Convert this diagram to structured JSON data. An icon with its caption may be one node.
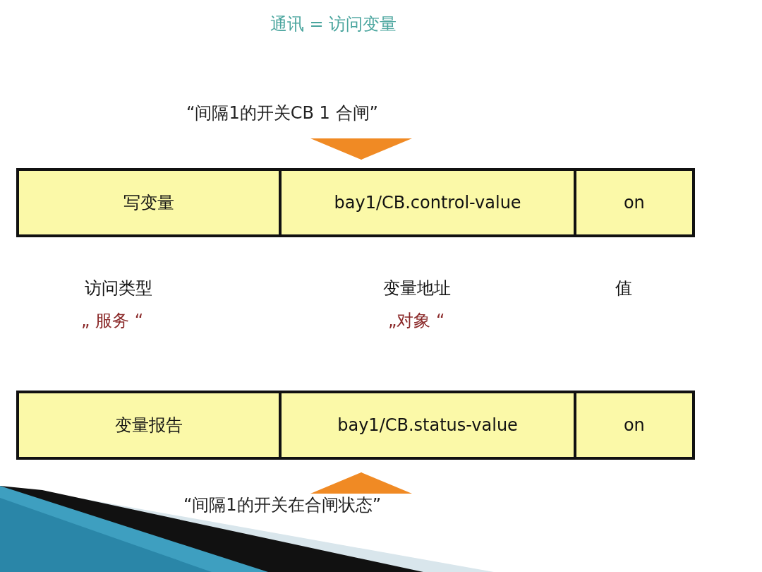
{
  "diagram": {
    "title": "通讯 = 访问变量",
    "nodes": [
      {
        "text": [
          "“间隔1的开关CB 1 合闸”"
        ]
      },
      {
        "text": [],
        "shape": "box"
      },
      {
        "text": [
          "写变量"
        ],
        "in": 1
      },
      {
        "text": [
          "bay1/CB.control-value"
        ],
        "in": 1
      },
      {
        "text": [
          "on"
        ],
        "in": 1
      },
      {
        "text": [],
        "shape": "box"
      },
      {
        "text": [
          "变量报告"
        ],
        "in": 5
      },
      {
        "text": [
          "bay1/CB.status-value"
        ],
        "in": 5
      },
      {
        "text": [
          "on"
        ],
        "in": 5
      },
      {
        "text": [
          "“间隔1的开关在合闸状态”"
        ]
      }
    ],
    "edges": [
      {
        "from": 0,
        "to": 1,
        "arrow": "to"
      },
      {
        "from": 9,
        "to": 5,
        "arrow": "to"
      }
    ],
    "labels": [
      "访问类型",
      "变量地址",
      "值",
      "„ 服务 “",
      "„对象 “"
    ]
  }
}
